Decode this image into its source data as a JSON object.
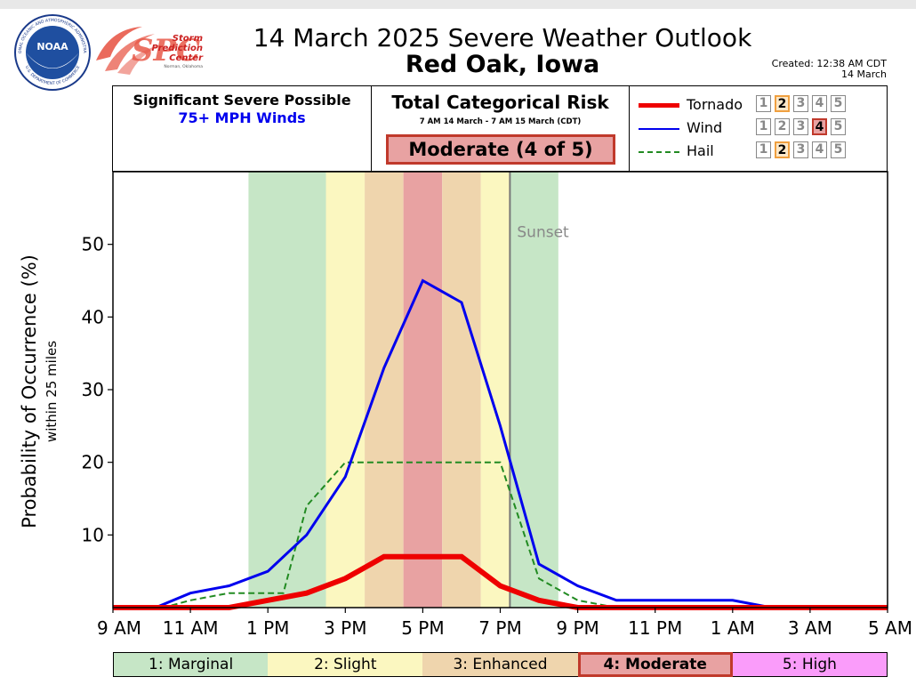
{
  "header": {
    "title": "14 March 2025 Severe Weather Outlook",
    "location": "Red Oak, Iowa",
    "created_line1": "Created: 12:38 AM CDT",
    "created_line2": "14 March"
  },
  "logos": {
    "noaa_text": "NOAA",
    "noaa_ring_text": "NATIONAL OCEANIC AND ATMOSPHERIC ADMINISTRATION",
    "noaa_ring_bottom": "U.S. DEPARTMENT OF COMMERCE",
    "spc_line1": "Storm",
    "spc_line2": "Prediction",
    "spc_line3": "Center",
    "spc_line4": "Norman, Oklahoma"
  },
  "significant": {
    "title": "Significant Severe Possible",
    "detail": "75+ MPH Winds"
  },
  "categorical": {
    "title": "Total Categorical Risk",
    "range": "7 AM 14 March - 7 AM 15 March (CDT)",
    "risk": "Moderate (4 of 5)"
  },
  "legend": {
    "rows": [
      {
        "label": "Tornado",
        "color": "#ee0000",
        "style": "solid-thick",
        "level": 2,
        "highlight": "orange"
      },
      {
        "label": "Wind",
        "color": "#0000ee",
        "style": "solid",
        "level": 4,
        "highlight": "red"
      },
      {
        "label": "Hail",
        "color": "#228b22",
        "style": "dashed",
        "level": 2,
        "highlight": "orange"
      }
    ],
    "box_numbers": [
      "1",
      "2",
      "3",
      "4",
      "5"
    ]
  },
  "categories_bar": [
    {
      "label": "1: Marginal",
      "color": "#c6e6c6"
    },
    {
      "label": "2: Slight",
      "color": "#fbf7c0"
    },
    {
      "label": "3: Enhanced",
      "color": "#efd5ad"
    },
    {
      "label": "4: Moderate",
      "color": "#e8a2a2",
      "active": true
    },
    {
      "label": "5: High",
      "color": "#fa9cfa"
    }
  ],
  "chart_data": {
    "type": "line",
    "ylabel": "Probability of Occurrence (%)",
    "ylabel_sub": "within 25 miles",
    "ylim": [
      0,
      60
    ],
    "yticks": [
      10,
      20,
      30,
      40,
      50
    ],
    "x_ticks": [
      "9 AM",
      "11 AM",
      "1 PM",
      "3 PM",
      "5 PM",
      "7 PM",
      "9 PM",
      "11 PM",
      "1 AM",
      "3 AM",
      "5 AM"
    ],
    "x_range_hours": [
      9,
      29
    ],
    "sunset_label": "Sunset",
    "sunset_hour": 19.25,
    "risk_bands": [
      {
        "start": 12.5,
        "end": 14.5,
        "level": 1
      },
      {
        "start": 14.5,
        "end": 15.5,
        "level": 2
      },
      {
        "start": 15.5,
        "end": 16.5,
        "level": 3
      },
      {
        "start": 16.5,
        "end": 17.5,
        "level": 4
      },
      {
        "start": 17.5,
        "end": 18.5,
        "level": 3
      },
      {
        "start": 18.5,
        "end": 19.25,
        "level": 2
      },
      {
        "start": 19.25,
        "end": 20.5,
        "level": 1
      }
    ],
    "series": [
      {
        "name": "Tornado",
        "color": "#ee0000",
        "x": [
          9,
          11,
          12,
          13,
          14,
          15,
          16,
          17,
          18,
          19,
          20,
          21,
          29
        ],
        "y": [
          0,
          0,
          0,
          1,
          2,
          4,
          7,
          7,
          7,
          3,
          1,
          0,
          0
        ]
      },
      {
        "name": "Wind",
        "color": "#0000ee",
        "x": [
          9,
          10.1,
          11,
          12,
          13,
          14,
          15,
          16,
          17,
          18,
          19,
          20,
          21,
          22,
          23,
          24,
          25,
          26,
          29
        ],
        "y": [
          0,
          0,
          2,
          3,
          5,
          10,
          18,
          33,
          45,
          42,
          25,
          6,
          3,
          1,
          1,
          1,
          1,
          0,
          0
        ]
      },
      {
        "name": "Hail",
        "color": "#228b22",
        "x": [
          9,
          10.3,
          11,
          12,
          13,
          13.4,
          14,
          15,
          16,
          17,
          18,
          19,
          19.5,
          20,
          21,
          22,
          29
        ],
        "y": [
          0,
          0,
          1,
          2,
          2,
          2,
          14,
          20,
          20,
          20,
          20,
          20,
          12,
          4,
          1,
          0,
          0
        ]
      }
    ]
  }
}
